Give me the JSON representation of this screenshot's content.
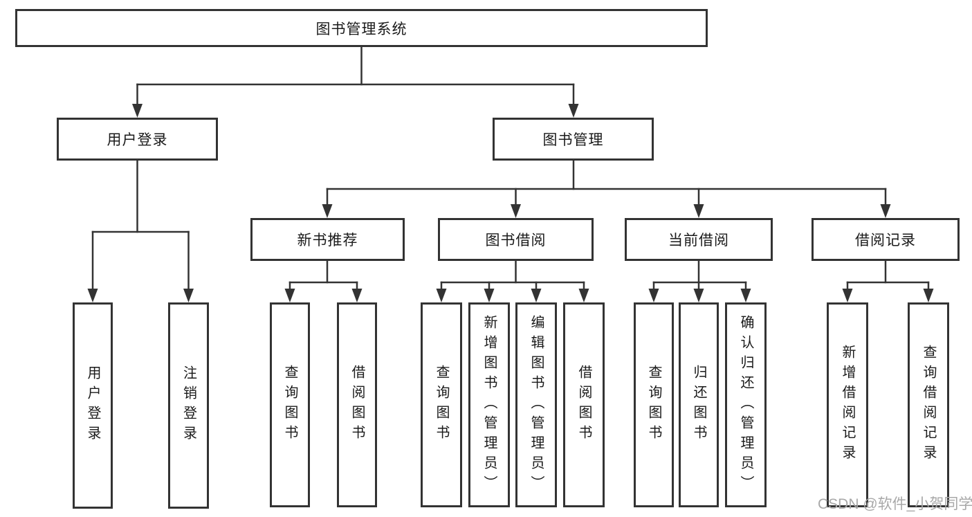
{
  "nodes": {
    "root": {
      "label": "图书管理系统"
    },
    "user_login": {
      "label": "用户登录"
    },
    "book_management": {
      "label": "图书管理"
    },
    "new_book_recommend": {
      "label": "新书推荐"
    },
    "book_borrow": {
      "label": "图书借阅"
    },
    "current_borrow": {
      "label": "当前借阅"
    },
    "borrow_records": {
      "label": "借阅记录"
    },
    "leaves": [
      {
        "label": "用户登录"
      },
      {
        "label": "注销登录"
      },
      {
        "label": "查询图书"
      },
      {
        "label": "借阅图书"
      },
      {
        "label": "查询图书"
      },
      {
        "label": "新增图书（管理员）"
      },
      {
        "label": "编辑图书（管理员）"
      },
      {
        "label": "借阅图书"
      },
      {
        "label": "查询图书"
      },
      {
        "label": "归还图书"
      },
      {
        "label": "确认归还（管理员）"
      },
      {
        "label": "新增借阅记录"
      },
      {
        "label": "查询借阅记录"
      }
    ]
  },
  "watermark": {
    "text": "CSDN @软件_小贺同学"
  },
  "colors": {
    "line": "#333333",
    "border": "#333333",
    "text": "#1a1a1a",
    "background": "#ffffff",
    "watermark": "#a8a8a8"
  }
}
